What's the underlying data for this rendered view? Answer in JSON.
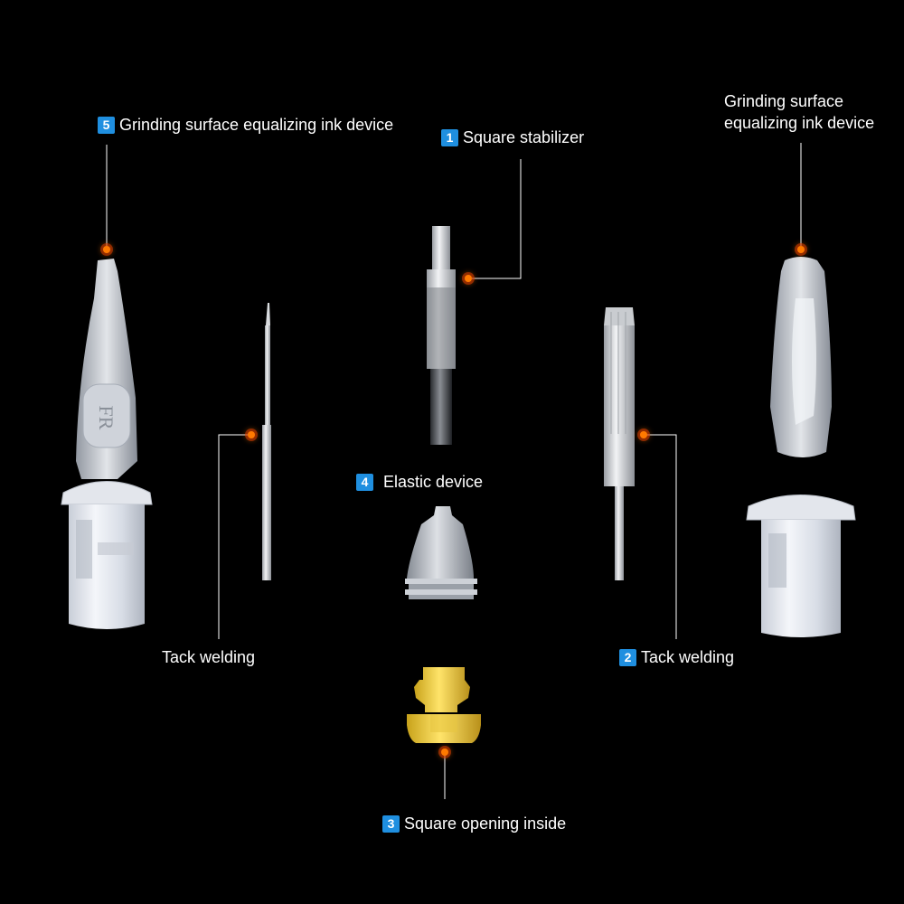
{
  "labels": {
    "l5": {
      "num": "5",
      "text": "Grinding surface equalizing ink device"
    },
    "l1": {
      "num": "1",
      "text": "Square stabilizer"
    },
    "lr_line1": "Grinding surface",
    "lr_line2": "equalizing ink device",
    "l4": {
      "num": "4",
      "text": "Elastic device"
    },
    "tack_left": "Tack welding",
    "l2": {
      "num": "2",
      "text": "Tack welding"
    },
    "l3": {
      "num": "3",
      "text": "Square opening inside"
    }
  },
  "colors": {
    "background": "#000000",
    "badge": "#1f8fe0",
    "marker": "#ff7a00",
    "leader_line": "#ffffff",
    "cap_yellow": "#f2d43c",
    "cartridge": "#dfe3ea"
  },
  "logo_text": "FR"
}
